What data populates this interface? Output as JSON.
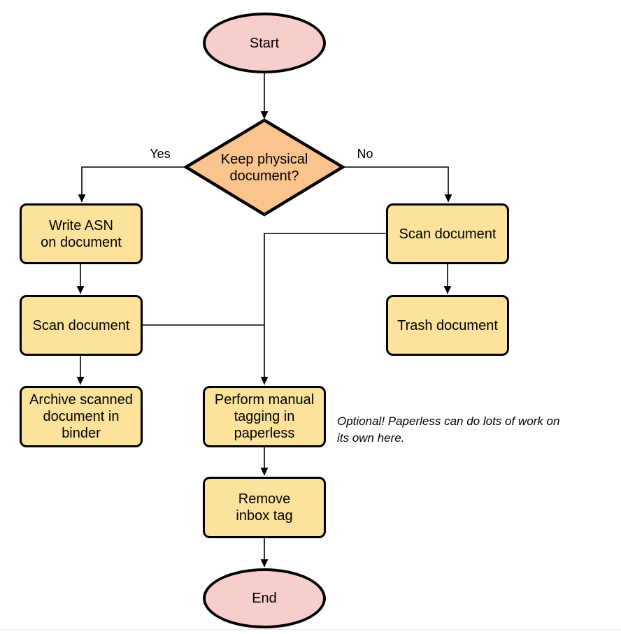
{
  "page": {
    "background": "#ffffff",
    "footer_rule_color": "#ededed"
  },
  "colors": {
    "terminal_fill": "#F8CECC",
    "decision_fill": "#FAC48F",
    "process_fill": "#FCE29A",
    "stroke": "#000000",
    "text": "#000000"
  },
  "nodes": {
    "start": {
      "type": "terminal",
      "label": "Start"
    },
    "decision": {
      "type": "decision",
      "label": "Keep physical\ndocument?"
    },
    "write_asn": {
      "type": "process",
      "label": "Write ASN\non document"
    },
    "scan_left": {
      "type": "process",
      "label": "Scan document"
    },
    "archive": {
      "type": "process",
      "label": "Archive scanned\ndocument in\nbinder"
    },
    "scan_right": {
      "type": "process",
      "label": "Scan document"
    },
    "trash": {
      "type": "process",
      "label": "Trash document"
    },
    "tagging": {
      "type": "process",
      "label": "Perform manual\ntagging in\npaperless"
    },
    "remove_inbox": {
      "type": "process",
      "label": "Remove\ninbox tag"
    },
    "end": {
      "type": "terminal",
      "label": "End"
    }
  },
  "edge_labels": {
    "yes": "Yes",
    "no": "No"
  },
  "annotation": {
    "text": "Optional! Paperless can do lots of work on\nits own here."
  }
}
